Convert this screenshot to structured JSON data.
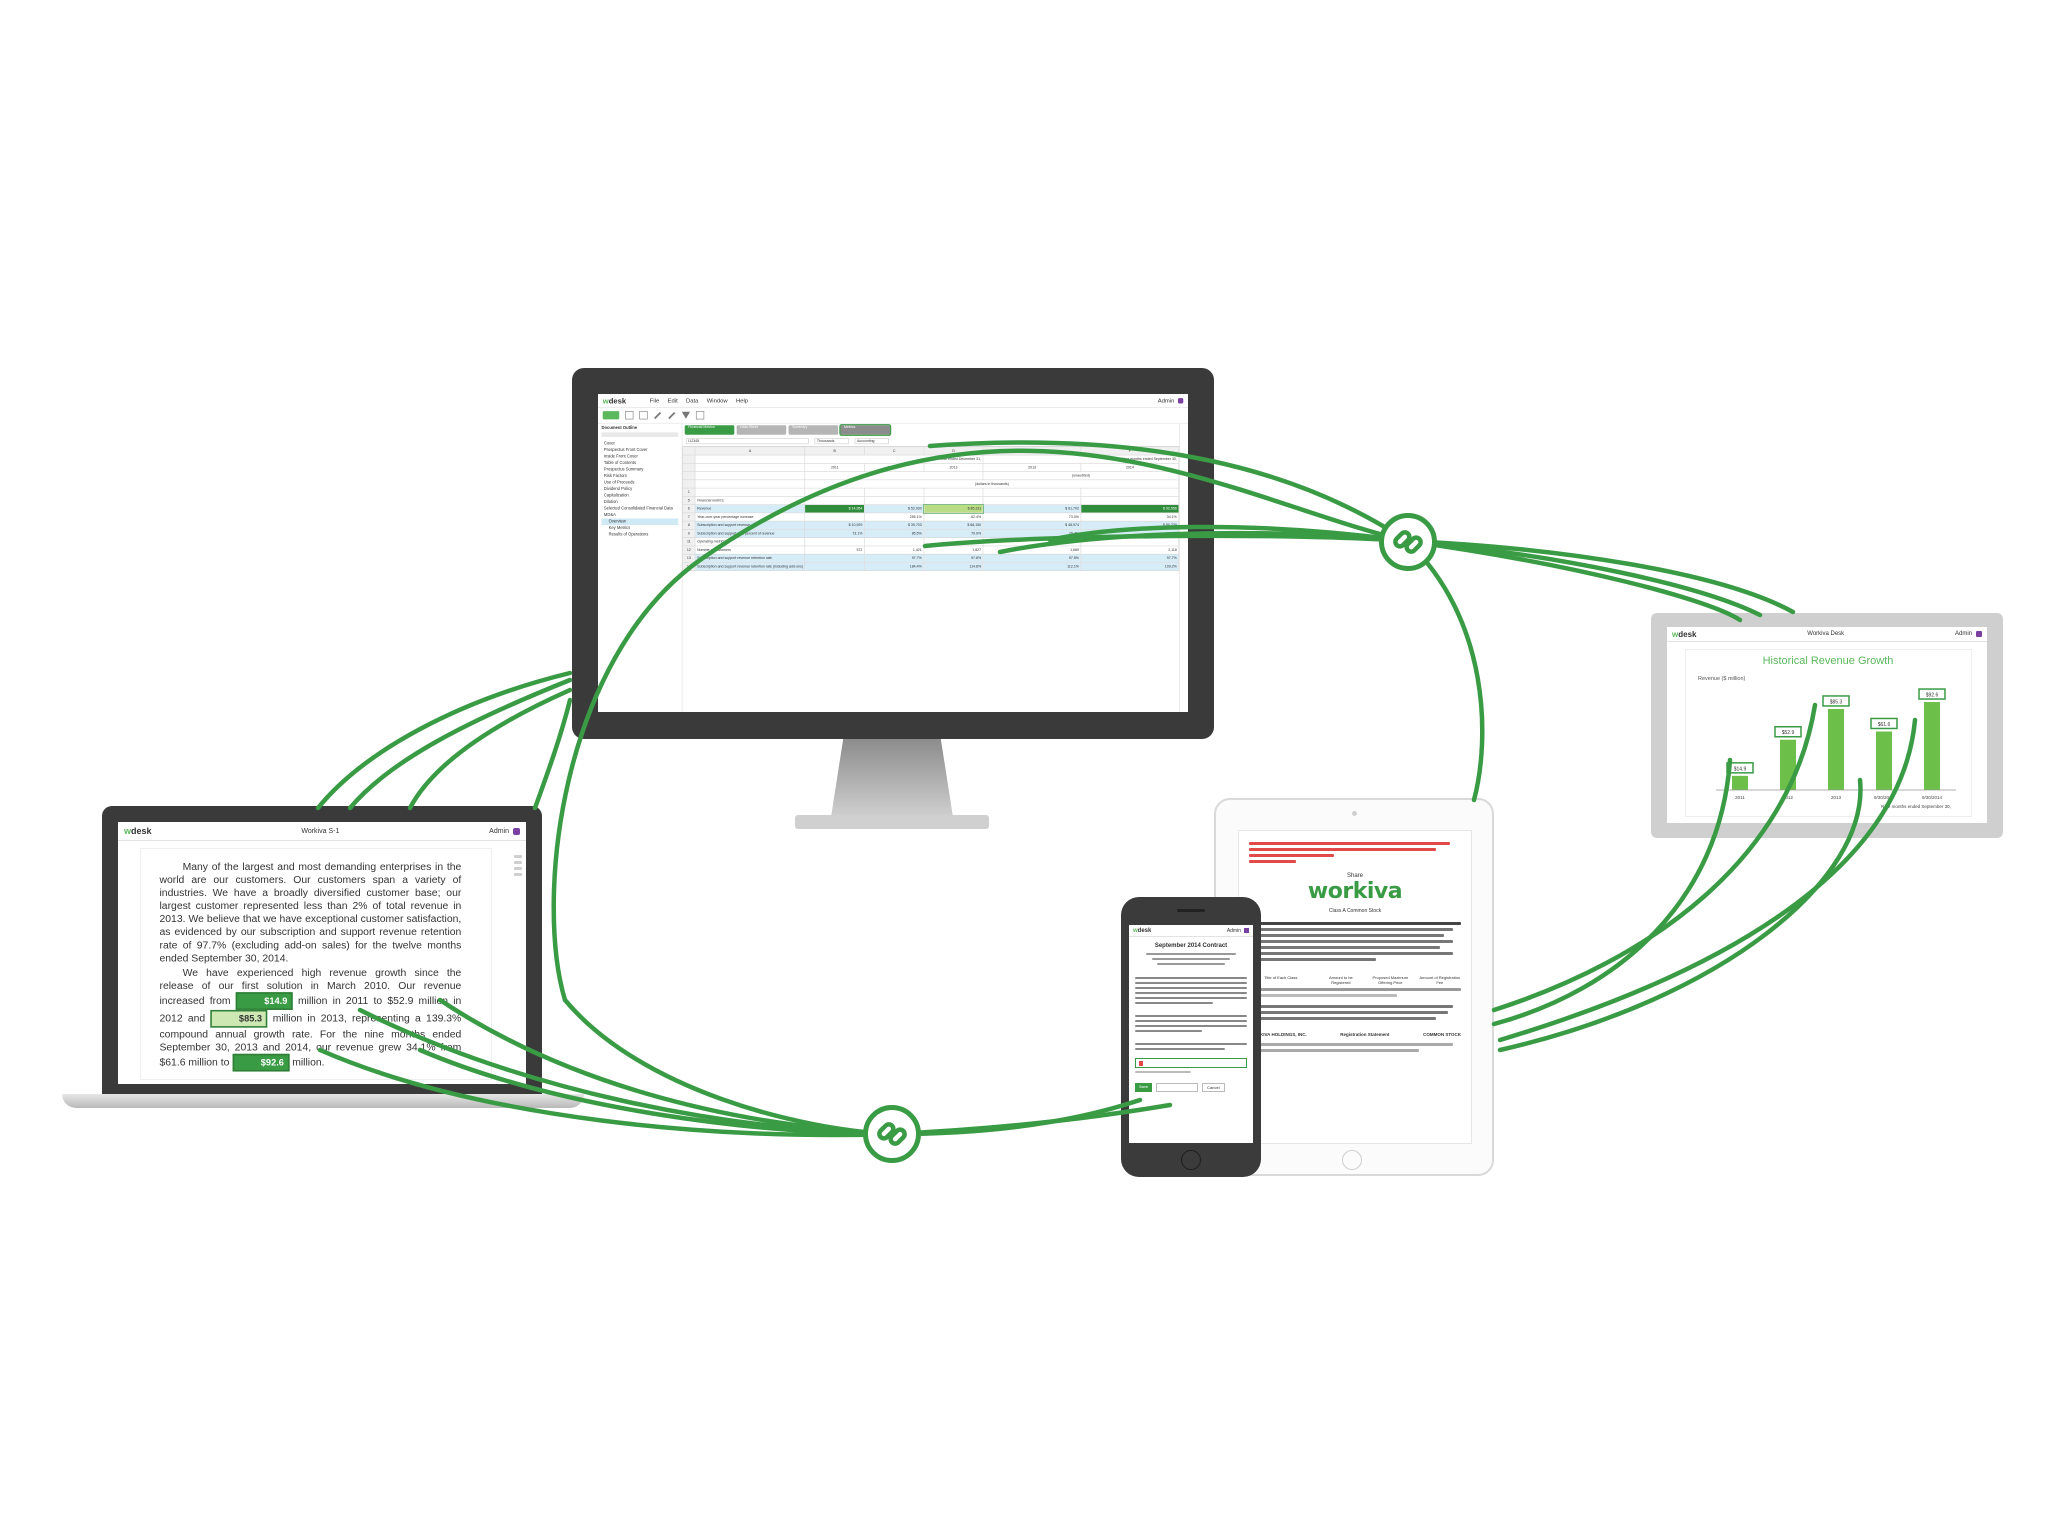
{
  "colors": {
    "green": "#3a9b45",
    "light_green": "#8cc63f",
    "device_dark": "#3a3a3a",
    "device_silver": "#d8d8d8"
  },
  "icons": [
    "link-icon"
  ],
  "monitor": {
    "logo_prefix": "w",
    "logo_rest": "desk",
    "menu": [
      "File",
      "Edit",
      "Data",
      "Window",
      "Help"
    ],
    "user": "Admin",
    "panel_title": "Document Outline",
    "outline": [
      "Cover",
      "Prospectus Front Cover",
      "Inside Front Cover",
      "Table of Contents",
      "Prospectus Summary",
      "Risk Factors",
      "Use of Proceeds",
      "Dividend Policy",
      "Capitalization",
      "Dilution",
      "Selected Consolidated Financial Data",
      "MD&A",
      "Overview",
      "Key Metrics",
      "Results of Operations"
    ],
    "tabs": [
      "Financial Metrics",
      "Data Sheet",
      "Summary",
      "Metrics"
    ],
    "cell_ref": "I12345",
    "format": "Thousands",
    "format2": "Accounting",
    "col_letters": [
      "",
      "A",
      "B",
      "C",
      "D",
      "E",
      "F"
    ],
    "header_year_ended": "Year ended December 31,",
    "header_nine_months": "Nine months ended September 30,",
    "years": [
      "2011",
      "2012",
      "2013",
      "2013",
      "2014"
    ],
    "unaudited": "(unaudited)",
    "in_thousands": "(dollars in thousands)",
    "rows": [
      {
        "n": "1",
        "label": "",
        "cells": [
          "",
          "",
          "",
          "",
          ""
        ]
      },
      {
        "n": "5",
        "label": "Financial metrics:",
        "cells": [
          "",
          "",
          "",
          "",
          ""
        ]
      },
      {
        "n": "6",
        "label": "Revenue",
        "cells": [
          "$ 14,954",
          "$ 52,930",
          "$ 85,311",
          "$ 61,702",
          "$ 92,556"
        ]
      },
      {
        "n": "7",
        "label": "Year-over-year percentage increase",
        "cells": [
          "",
          "255.1%",
          "62.4%",
          "73.0%",
          "34.1%"
        ]
      },
      {
        "n": "8",
        "label": "Subscription and support revenue",
        "cells": [
          "$ 10,929",
          "$ 39,703",
          "$ 68,150",
          "$ 48,974",
          "$ 80,230"
        ]
      },
      {
        "n": "9",
        "label": "Subscription and support as a percent of revenue",
        "cells": [
          "73.1%",
          "85.5%",
          "79.9%",
          "79.4%",
          "86.7%"
        ]
      },
      {
        "n": "11",
        "label": "Operating metrics:",
        "cells": [
          "",
          "",
          "",
          "",
          ""
        ]
      },
      {
        "n": "12",
        "label": "Number of customers",
        "cells": [
          "572",
          "1,421",
          "1,827",
          "1,689",
          "2,118"
        ]
      },
      {
        "n": "13",
        "label": "Subscription and support revenue retention rate",
        "cells": [
          "",
          "97.7%",
          "97.8%",
          "97.5%",
          "97.7%"
        ]
      },
      {
        "n": "14",
        "label": "Subscription and support revenue retention rate (including add-ons)",
        "cells": [
          "",
          "184.4%",
          "114.8%",
          "112.1%",
          "109.2%"
        ]
      }
    ]
  },
  "laptop": {
    "logo_prefix": "w",
    "logo_rest": "desk",
    "title": "Workiva S-1",
    "user": "Admin",
    "para1": "Many of the largest and most demanding enterprises in the world are our customers. Our customers span a variety of industries. We have a broadly diversified customer base; our largest customer represented less than 2% of total revenue in 2013. We believe that we have exceptional customer satisfaction, as evidenced by our subscription and support revenue retention rate of 97.7% (excluding add-on sales) for the twelve months ended September 30, 2014.",
    "para2_a": "We have experienced high revenue growth since the release of our first solution in March 2010. Our revenue increased from",
    "val_2011": "$14.9",
    "para2_b": "million in 2011 to $52.9 million in 2012 and",
    "val_2013": "$85.3",
    "para2_c": "million in 2013, representing a 139.3% compound annual growth rate. For the nine months ended September 30, 2013 and 2014, our revenue grew 34.1% from $61.6 million to",
    "val_2014": "$92.6",
    "para2_d": "million."
  },
  "tablet_chart": {
    "logo_prefix": "w",
    "logo_rest": "desk",
    "window_title": "Workiva Desk",
    "user": "Admin",
    "chart_data": {
      "type": "bar",
      "title": "Historical Revenue Growth",
      "ylabel": "Revenue ($ million)",
      "categories": [
        "2011",
        "2012",
        "2013",
        "9/30/2013",
        "9/30/2014"
      ],
      "values": [
        14.9,
        52.9,
        85.3,
        61.6,
        92.6
      ],
      "value_labels": [
        "$14.9",
        "$52.9",
        "$85.3",
        "$61.6",
        "$92.6"
      ],
      "xlabel_right": "Nine months ended September 30,",
      "ylim": [
        0,
        100
      ],
      "grid": false,
      "legend": "none"
    }
  },
  "phone": {
    "logo_prefix": "w",
    "logo_rest": "desk",
    "user": "Admin",
    "title": "September 2014 Contract",
    "buttons": [
      "Save",
      "Cancel"
    ]
  },
  "ipad": {
    "brand_small": "Share",
    "brand": "workiva",
    "subtitle": "Class A Common Stock",
    "cols": [
      "Title of Each Class",
      "Amount to be Registered",
      "Proposed Maximum Offering Price",
      "Amount of Registration Fee"
    ],
    "footer_left": "WORKIVA HOLDINGS, INC.",
    "footer_mid": "Registration Statement",
    "footer_right": "COMMON STOCK"
  }
}
